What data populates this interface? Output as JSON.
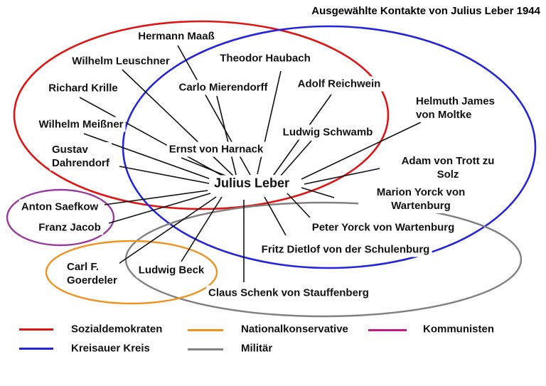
{
  "title": "Ausgewählte Kontakte von Julius Leber 1944",
  "diagram": {
    "center": {
      "name": "Julius Leber"
    },
    "contacts": {
      "maass": "Hermann Maaß",
      "leuschner": "Wilhelm Leuschner",
      "haubach": "Theodor Haubach",
      "krille": "Richard Krille",
      "mierendorff": "Carlo Mierendorff",
      "reichwein": "Adolf Reichwein",
      "meissner": "Wilhelm Meißner",
      "moltke": "Helmuth James\nvon Moltke",
      "schwamb": "Ludwig Schwamb",
      "dahrendorf": "Gustav\nDahrendorf",
      "harnack": "Ernst von Harnack",
      "trott": "Adam von Trott zu Solz",
      "marion": "Marion Yorck von Wartenburg",
      "saefkow": "Anton Saefkow",
      "jacob": "Franz Jacob",
      "peter": "Peter Yorck von Wartenburg",
      "fritz": "Fritz Dietlof von der Schulenburg",
      "goerdeler": "Carl F.\nGoerdeler",
      "beck": "Ludwig Beck",
      "claus": "Claus Schenk von Stauffenberg"
    },
    "connections_from_center": [
      "Hermann Maaß",
      "Wilhelm Leuschner",
      "Theodor Haubach",
      "Richard Krille",
      "Carlo Mierendorff",
      "Adolf Reichwein",
      "Wilhelm Meißner",
      "Helmuth James von Moltke",
      "Ludwig Schwamb",
      "Gustav Dahrendorf",
      "Ernst von Harnack",
      "Adam von Trott zu Solz",
      "Marion Yorck von Wartenburg",
      "Anton Saefkow",
      "Franz Jacob",
      "Peter Yorck von Wartenburg",
      "Fritz Dietlof von der Schulenburg",
      "Carl F. Goerdeler",
      "Ludwig Beck",
      "Claus Schenk von Stauffenberg"
    ]
  },
  "colors": {
    "sozialdemokraten": "#e11414",
    "kreisauer_kreis": "#2424dc",
    "nationalkonservative": "#f0931e",
    "militaer": "#808080",
    "kommunisten_ellipse": "#993b9e",
    "kommunisten_legend": "#c51a8a",
    "connector": "#111111"
  },
  "legend": {
    "sozialdemokraten": "Sozialdemokraten",
    "kreisauer_kreis": "Kreisauer Kreis",
    "nationalkonservative": "Nationalkonservative",
    "militaer": "Militär",
    "kommunisten": "Kommunisten"
  }
}
